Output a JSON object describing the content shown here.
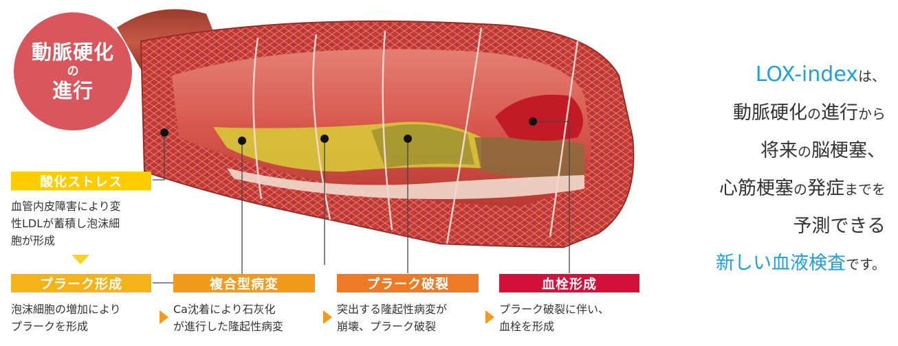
{
  "badge": {
    "line1": "動脈硬化",
    "line2": "の",
    "line3": "進行"
  },
  "stages": [
    {
      "title": "酸化ストレス",
      "desc1": "血管内皮障害により変",
      "desc2": "性LDLが蓄積し泡沫細",
      "desc3": "胞が形成",
      "color": "#ffcc00"
    },
    {
      "title": "プラーク形成",
      "desc1": "泡沫細胞の増加により",
      "desc2": "プラークを形成",
      "color": "#f5b31a"
    },
    {
      "title": "複合型病変",
      "desc1": "Ca沈着により石灰化",
      "desc2": "が進行した隆起性病変",
      "color": "#f29a1b"
    },
    {
      "title": "プラーク破裂",
      "desc1": "突出する隆起性病変が",
      "desc2": "崩壊、プラーク破裂",
      "color": "#ef7a25"
    },
    {
      "title": "血栓形成",
      "desc1": "プラーク破裂に伴い、",
      "desc2": "血栓を形成",
      "color": "#d4113a"
    }
  ],
  "message": {
    "l1_brand": "LOX-index",
    "l1_small": "は、",
    "l2_a": "動脈硬化",
    "l2_b": "の",
    "l2_c": "進行",
    "l2_d": "から",
    "l3_a": "将来",
    "l3_b": "の",
    "l3_c": "脳梗塞",
    "l3_d": "、",
    "l4_a": "心筋梗塞",
    "l4_b": "の",
    "l4_c": "発症",
    "l4_d": "までを",
    "l5": "予測できる",
    "l6_a": "新しい血液検査",
    "l6_b": "です。"
  },
  "colors": {
    "badge": "#d9575c",
    "accent_blue": "#1ca3dc",
    "artery": "#b8332f"
  }
}
